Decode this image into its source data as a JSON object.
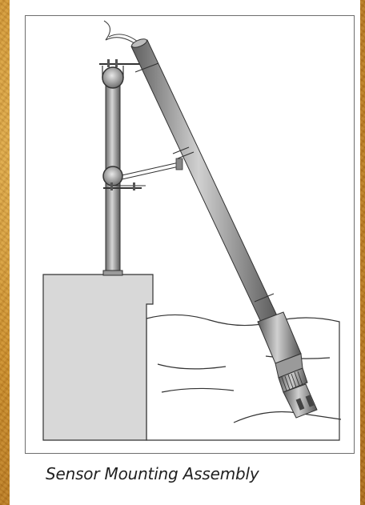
{
  "caption": "Sensor Mounting Assembly",
  "colors": {
    "border_background": "#c98b2a",
    "panel_background": "#ffffff",
    "pipe_dark": "#5a5a5a",
    "pipe_light": "#d0d0d0",
    "concrete": "#d6d6d6",
    "outline": "#333333",
    "caption_text": "#222222"
  },
  "diagram": {
    "parts": [
      "signal-cable",
      "vertical-post",
      "pipe-clamp-upper",
      "pipe-clamp-lower",
      "support-bracket",
      "sensor-pipe",
      "sensor-head",
      "concrete-wall",
      "water-body"
    ]
  }
}
